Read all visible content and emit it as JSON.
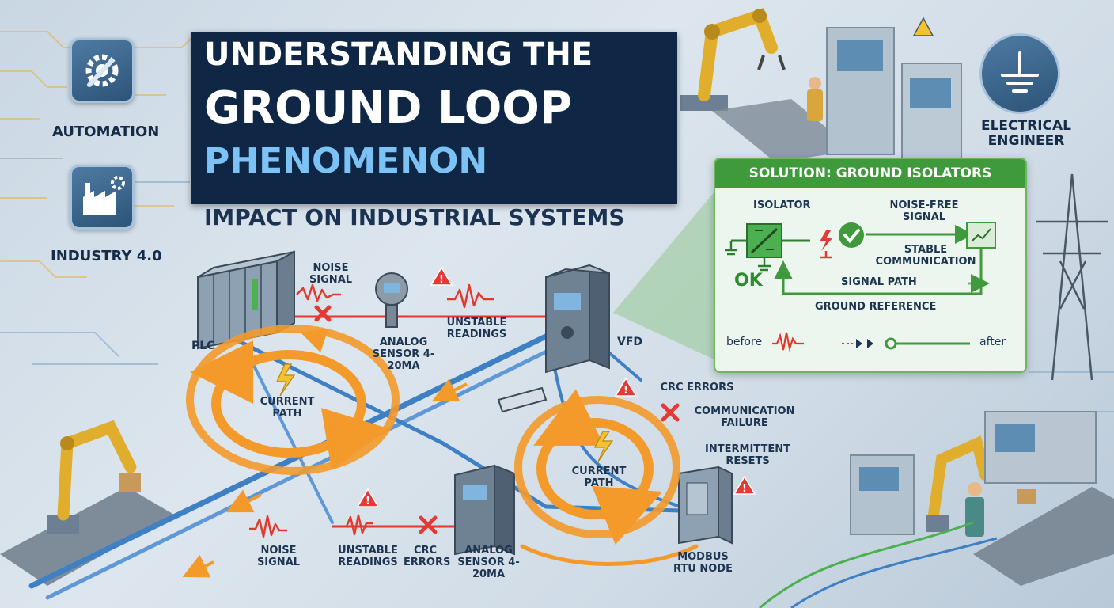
{
  "title": {
    "line1": "UNDERSTANDING THE",
    "line2": "GROUND LOOP",
    "line3": "PHENOMENON",
    "subtitle": "IMPACT ON INDUSTRIAL SYSTEMS"
  },
  "side_tiles": {
    "automation": "AUTOMATION",
    "industry": "INDUSTRY 4.0",
    "engineer": "ELECTRICAL ENGINEER"
  },
  "labels": {
    "plc": "PLC",
    "noise_signal_top": "NOISE SIGNAL",
    "analog_sensor_top": "ANALOG SENSOR 4-20mA",
    "unstable_top": "UNSTABLE READINGS",
    "vfd": "VFD",
    "current_path_left": "CURRENT PATH",
    "current_path_right": "CURRENT PATH",
    "crc_errors_right": "CRC ERRORS",
    "comm_failure": "COMMUNICATION FAILURE",
    "intermittent": "INTERMITTENT RESETS",
    "noise_signal_bottom": "NOISE SIGNAL",
    "unstable_bottom": "UNSTABLE READINGS",
    "crc_errors_bottom": "CRC ERRORS",
    "analog_sensor_bottom": "ANALOG SENSOR 4-20mA",
    "modbus": "MODBUS RTU NODE"
  },
  "solution": {
    "title": "SOLUTION: GROUND ISOLATORS",
    "isolator": "ISOLATOR",
    "noise_free": "NOISE-FREE SIGNAL",
    "stable": "STABLE COMMUNICATION",
    "ok": "OK",
    "signal_path": "SIGNAL PATH",
    "ground_ref": "GROUND REFERENCE",
    "before": "before",
    "after": "after"
  },
  "colors": {
    "navy": "#0f2745",
    "title_blue": "#7cc2f4",
    "loop_orange": "#f39a2b",
    "noise_red": "#e03a2f",
    "warning_red": "#e53935",
    "solution_green": "#3f9a3b",
    "cable_blue": "#3f7fc4"
  },
  "icons": [
    "gear-wrench-icon",
    "factory-icon",
    "ground-symbol-icon",
    "warning-icon",
    "error-x-icon",
    "check-icon",
    "lightning-icon"
  ]
}
